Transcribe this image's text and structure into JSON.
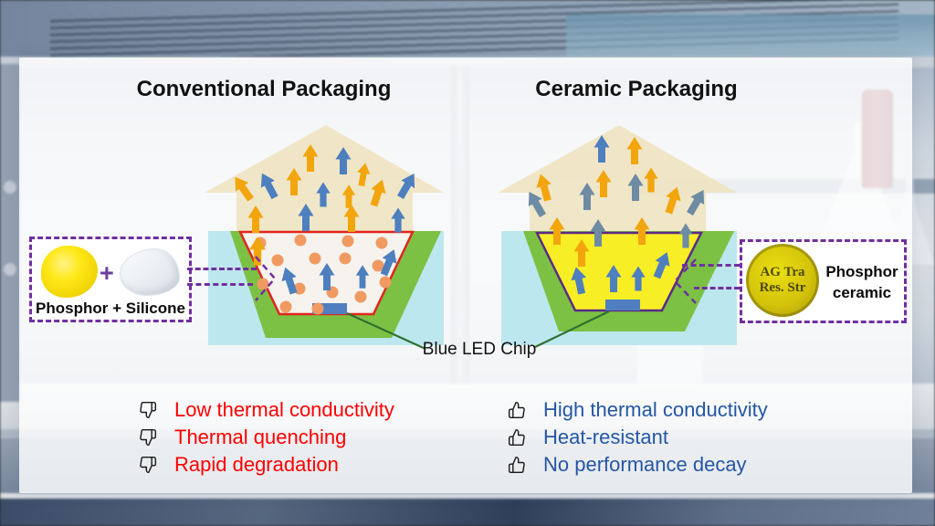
{
  "titles": {
    "conventional": "Conventional Packaging",
    "ceramic": "Ceramic Packaging"
  },
  "callout_left": {
    "label": "Phosphor + Silicone",
    "plus_sign": "+"
  },
  "callout_right": {
    "disc_line1": "AG Tra",
    "disc_line2": "Res. Str",
    "label_line1": "Phosphor",
    "label_line2": "ceramic"
  },
  "chip_label": "Blue LED Chip",
  "cons": {
    "items": [
      "Low thermal conductivity",
      "Thermal quenching",
      "Rapid degradation"
    ],
    "text_color": "#FF0000",
    "icon": "thumbs-down"
  },
  "pros": {
    "items": [
      "High thermal conductivity",
      "Heat-resistant",
      "No performance decay"
    ],
    "text_color": "#2456A6",
    "icon": "thumbs-up"
  },
  "colors": {
    "cup_border_left": "#E2251B",
    "cup_fill_left": "#F6F3EE",
    "cup_border_right": "#5B2A86",
    "cup_fill_right": "#F8EE26",
    "package_green": "#7CC143",
    "substrate_cyan": "#BDE7EF",
    "chip_blue": "#4F7FC1",
    "arrow_orange": "#F2A50C",
    "arrow_blue": "#4E7FBE",
    "arrow_slate": "#6D8BA3",
    "light_cone_beige": "#EFE3BE",
    "callout_purple": "#7030A0",
    "pointer_green": "#2F7031"
  }
}
